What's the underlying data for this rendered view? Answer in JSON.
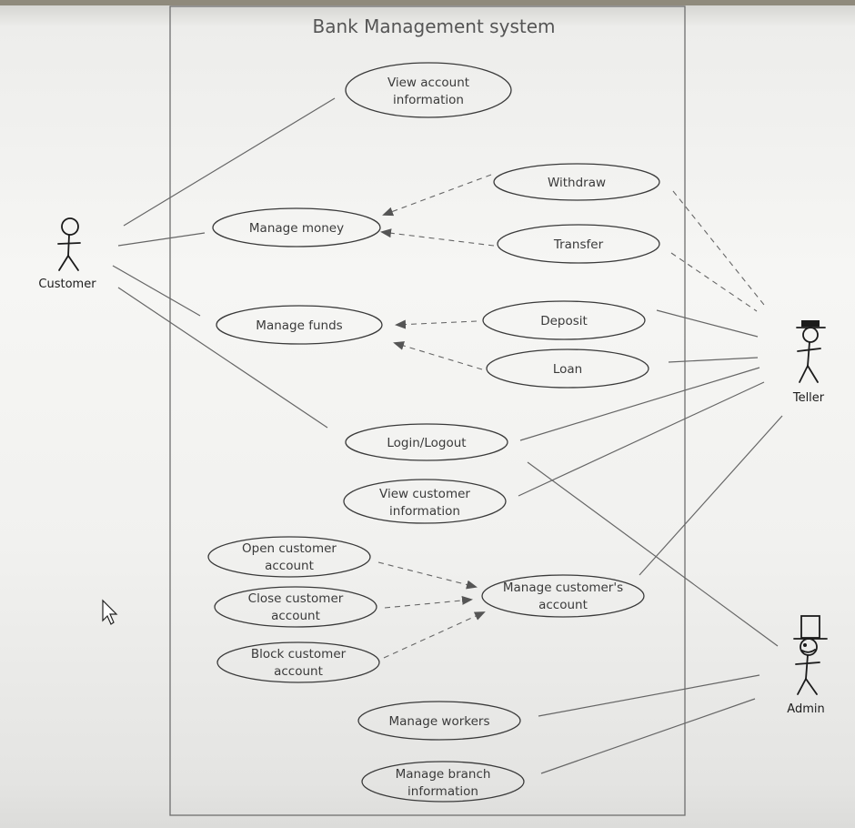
{
  "diagram": {
    "title": "Bank Management system",
    "actors": {
      "customer": "Customer",
      "teller": "Teller",
      "admin": "Admin"
    },
    "use_cases": {
      "view_account": [
        "View account",
        "information"
      ],
      "manage_money": [
        "Manage money"
      ],
      "withdraw": [
        "Withdraw"
      ],
      "transfer": [
        "Transfer"
      ],
      "manage_funds": [
        "Manage funds"
      ],
      "deposit": [
        "Deposit"
      ],
      "loan": [
        "Loan"
      ],
      "login": [
        "Login/Logout"
      ],
      "view_customer": [
        "View customer",
        "information"
      ],
      "open_account": [
        "Open customer",
        "account"
      ],
      "close_account": [
        "Close customer",
        "account"
      ],
      "block_account": [
        "Block customer",
        "account"
      ],
      "manage_customers_account": [
        "Manage customer's",
        "account"
      ],
      "manage_workers": [
        "Manage workers"
      ],
      "manage_branch": [
        "Manage branch",
        "information"
      ]
    }
  }
}
